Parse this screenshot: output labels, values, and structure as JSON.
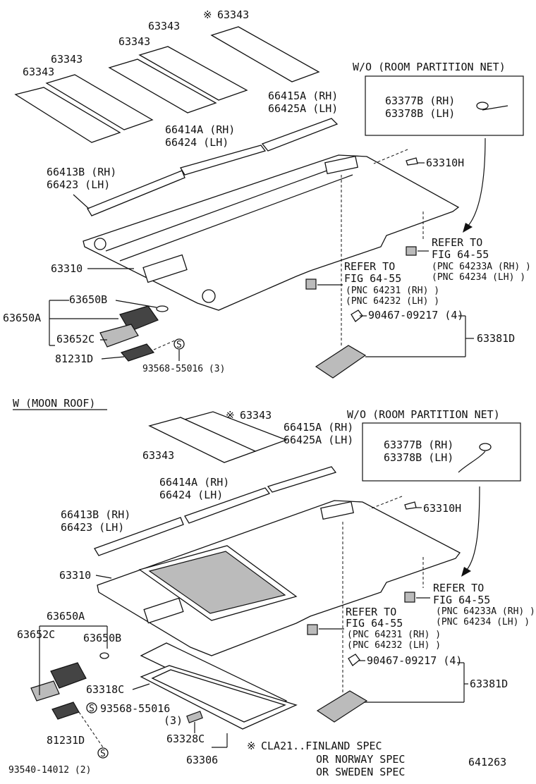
{
  "top": {
    "labels": {
      "p63343_star": "63343",
      "p63343_a": "63343",
      "p63343_b": "63343",
      "p63343_c": "63343",
      "p66415A": "66415A (RH)",
      "p66425A": "66425A (LH)",
      "p66414A": "66414A (RH)",
      "p66424": "66424  (LH)",
      "p66413B": "66413B (RH)",
      "p66423": "66423  (LH)",
      "p63310": "63310",
      "p63310H": "63310H",
      "p63650B": "63650B",
      "p63650A": "63650A",
      "p63652C": "63652C",
      "p81231D": "81231D",
      "p93568": "93568-55016 (3)",
      "p90467": "90467-09217 (4)",
      "p63381D": "63381D"
    },
    "partition_box": {
      "title": "W/O (ROOM PARTITION NET)",
      "rh": "63377B (RH)",
      "lh": "63378B (LH)"
    },
    "refer_right": [
      "REFER TO",
      "FIG 64-55",
      "(PNC 64233A (RH) )",
      "(PNC 64234  (LH) )"
    ],
    "refer_left": [
      "REFER TO",
      "FIG 64-55",
      "(PNC 64231 (RH) )",
      "(PNC 64232 (LH) )"
    ]
  },
  "bottom": {
    "section_title": "W (MOON ROOF)",
    "labels": {
      "p63343_star": "63343",
      "p63343": "63343",
      "p66415A": "66415A (RH)",
      "p66425A": "66425A (LH)",
      "p66414A": "66414A (RH)",
      "p66424": "66424  (LH)",
      "p66413B": "66413B (RH)",
      "p66423": "66423   (LH)",
      "p63310": "63310",
      "p63310H": "63310H",
      "p63650A": "63650A",
      "p63652C": "63652C",
      "p63650B": "63650B",
      "p63318C": "63318C",
      "p93568": "93568-55016",
      "p93568_qty": "(3)",
      "p81231D": "81231D",
      "p93540": "93540-14012 (2)",
      "p63328C": "63328C",
      "p63306": "63306",
      "p90467": "90467-09217 (4)",
      "p63381D": "63381D"
    },
    "partition_box": {
      "title": "W/O (ROOM PARTITION NET)",
      "rh": "63377B (RH)",
      "lh": "63378B (LH)"
    },
    "refer_right": [
      "REFER TO",
      "FIG 64-55",
      "(PNC 64233A (RH) )",
      "(PNC 64234  (LH) )"
    ],
    "refer_left": [
      "REFER TO",
      "FIG 64-55",
      "(PNC 64231 (RH) )",
      "(PNC 64232 (LH) )"
    ]
  },
  "footnote": {
    "mark": "※",
    "line1": "CLA21..FINLAND SPEC",
    "line2": "OR NORWAY SPEC",
    "line3": "OR SWEDEN SPEC"
  },
  "fig_number": "641263",
  "star_mark": "※",
  "screw_symbol": "S"
}
